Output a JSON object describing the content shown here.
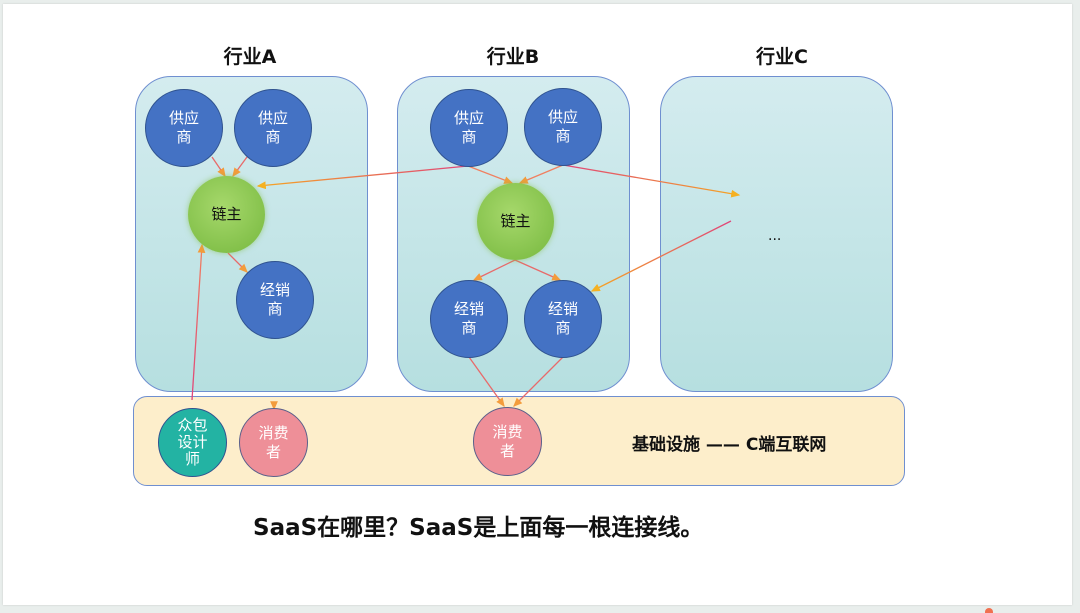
{
  "industries": [
    {
      "title": "行业A"
    },
    {
      "title": "行业B"
    },
    {
      "title": "行业C",
      "placeholder": "..."
    }
  ],
  "nodes": {
    "a_supplier_1": "供应\n商",
    "a_supplier_2": "供应\n商",
    "a_chain_owner": "链主",
    "a_dealer": "经销\n商",
    "b_supplier_1": "供应\n商",
    "b_supplier_2": "供应\n商",
    "b_chain_owner": "链主",
    "b_dealer_1": "经销\n商",
    "b_dealer_2": "经销\n商",
    "crowd_designer": "众包\n设计\n师",
    "consumer_1": "消费\n者",
    "consumer_2": "消费\n者"
  },
  "infrastructure": {
    "label": "基础设施 —— C端互联网"
  },
  "caption": "SaaS在哪里？SaaS是上面每一根连接线。",
  "colors": {
    "supplier": "#4472c4",
    "chain_owner": "#8cc756",
    "consumer": "#ee8f98",
    "designer": "#23b3a3",
    "industry_bg": "#c6e6e8",
    "infra_bg": "#fdeecb",
    "edge_pink": "#e0457a",
    "edge_orange": "#f5a623"
  }
}
